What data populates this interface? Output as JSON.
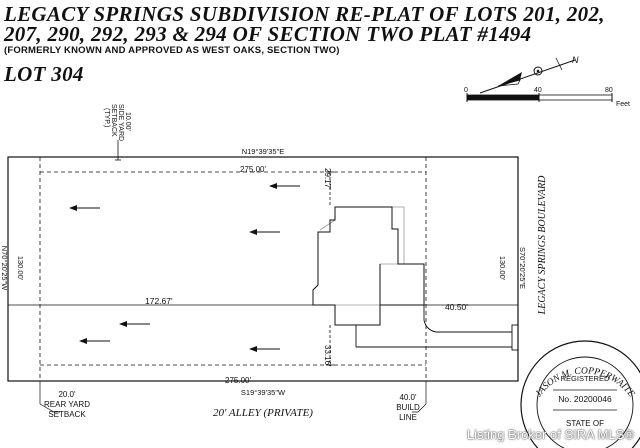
{
  "title": {
    "line1": "LEGACY SPRINGS SUBDIVISION RE-PLAT OF LOTS 201, 202,",
    "line2": "207, 290, 292, 293 & 294 OF SECTION TWO PLAT #1494",
    "line3": "(FORMERLY KNOWN AND APPROVED AS WEST OAKS, SECTION TWO)",
    "lot": "LOT 304"
  },
  "scale_bar": {
    "ticks": [
      "0",
      "40",
      "80"
    ],
    "unit": "Feet"
  },
  "north_arrow": {
    "label": "N"
  },
  "boundary": {
    "top_bearing": "N19°39'35\"E",
    "bottom_bearing": "S19°39'35\"W",
    "right_bearing": "S70°20'25\"E",
    "left_bearing": "N70°20'25\"W",
    "left_distance": "130.00'",
    "right_distance": "130.00'"
  },
  "dimensions": {
    "top_setback_length": "275.00'",
    "bottom_setback_length": "275.00'",
    "front_depth": "29.17'",
    "rear_depth": "33.16'",
    "rear_to_house": "172.67'",
    "house_to_front": "40.50'"
  },
  "labels": {
    "side_setback": [
      "10.00'",
      "SIDE YARD",
      "SETBACK",
      "(TYP.)"
    ],
    "rear_setback": [
      "20.0'",
      "REAR YARD",
      "SETBACK"
    ],
    "build_line": [
      "40.0'",
      "BUILD",
      "LINE"
    ],
    "alley": "20' ALLEY (PRIVATE)",
    "road": "LEGACY SPRINGS BOULEVARD"
  },
  "seal": {
    "name": "JASON M. COPPERWAITE",
    "registered": "REGISTERED",
    "number": "No. 20200046",
    "state": "STATE OF"
  },
  "watermark": "Listing Broker of SIRA MLS®"
}
